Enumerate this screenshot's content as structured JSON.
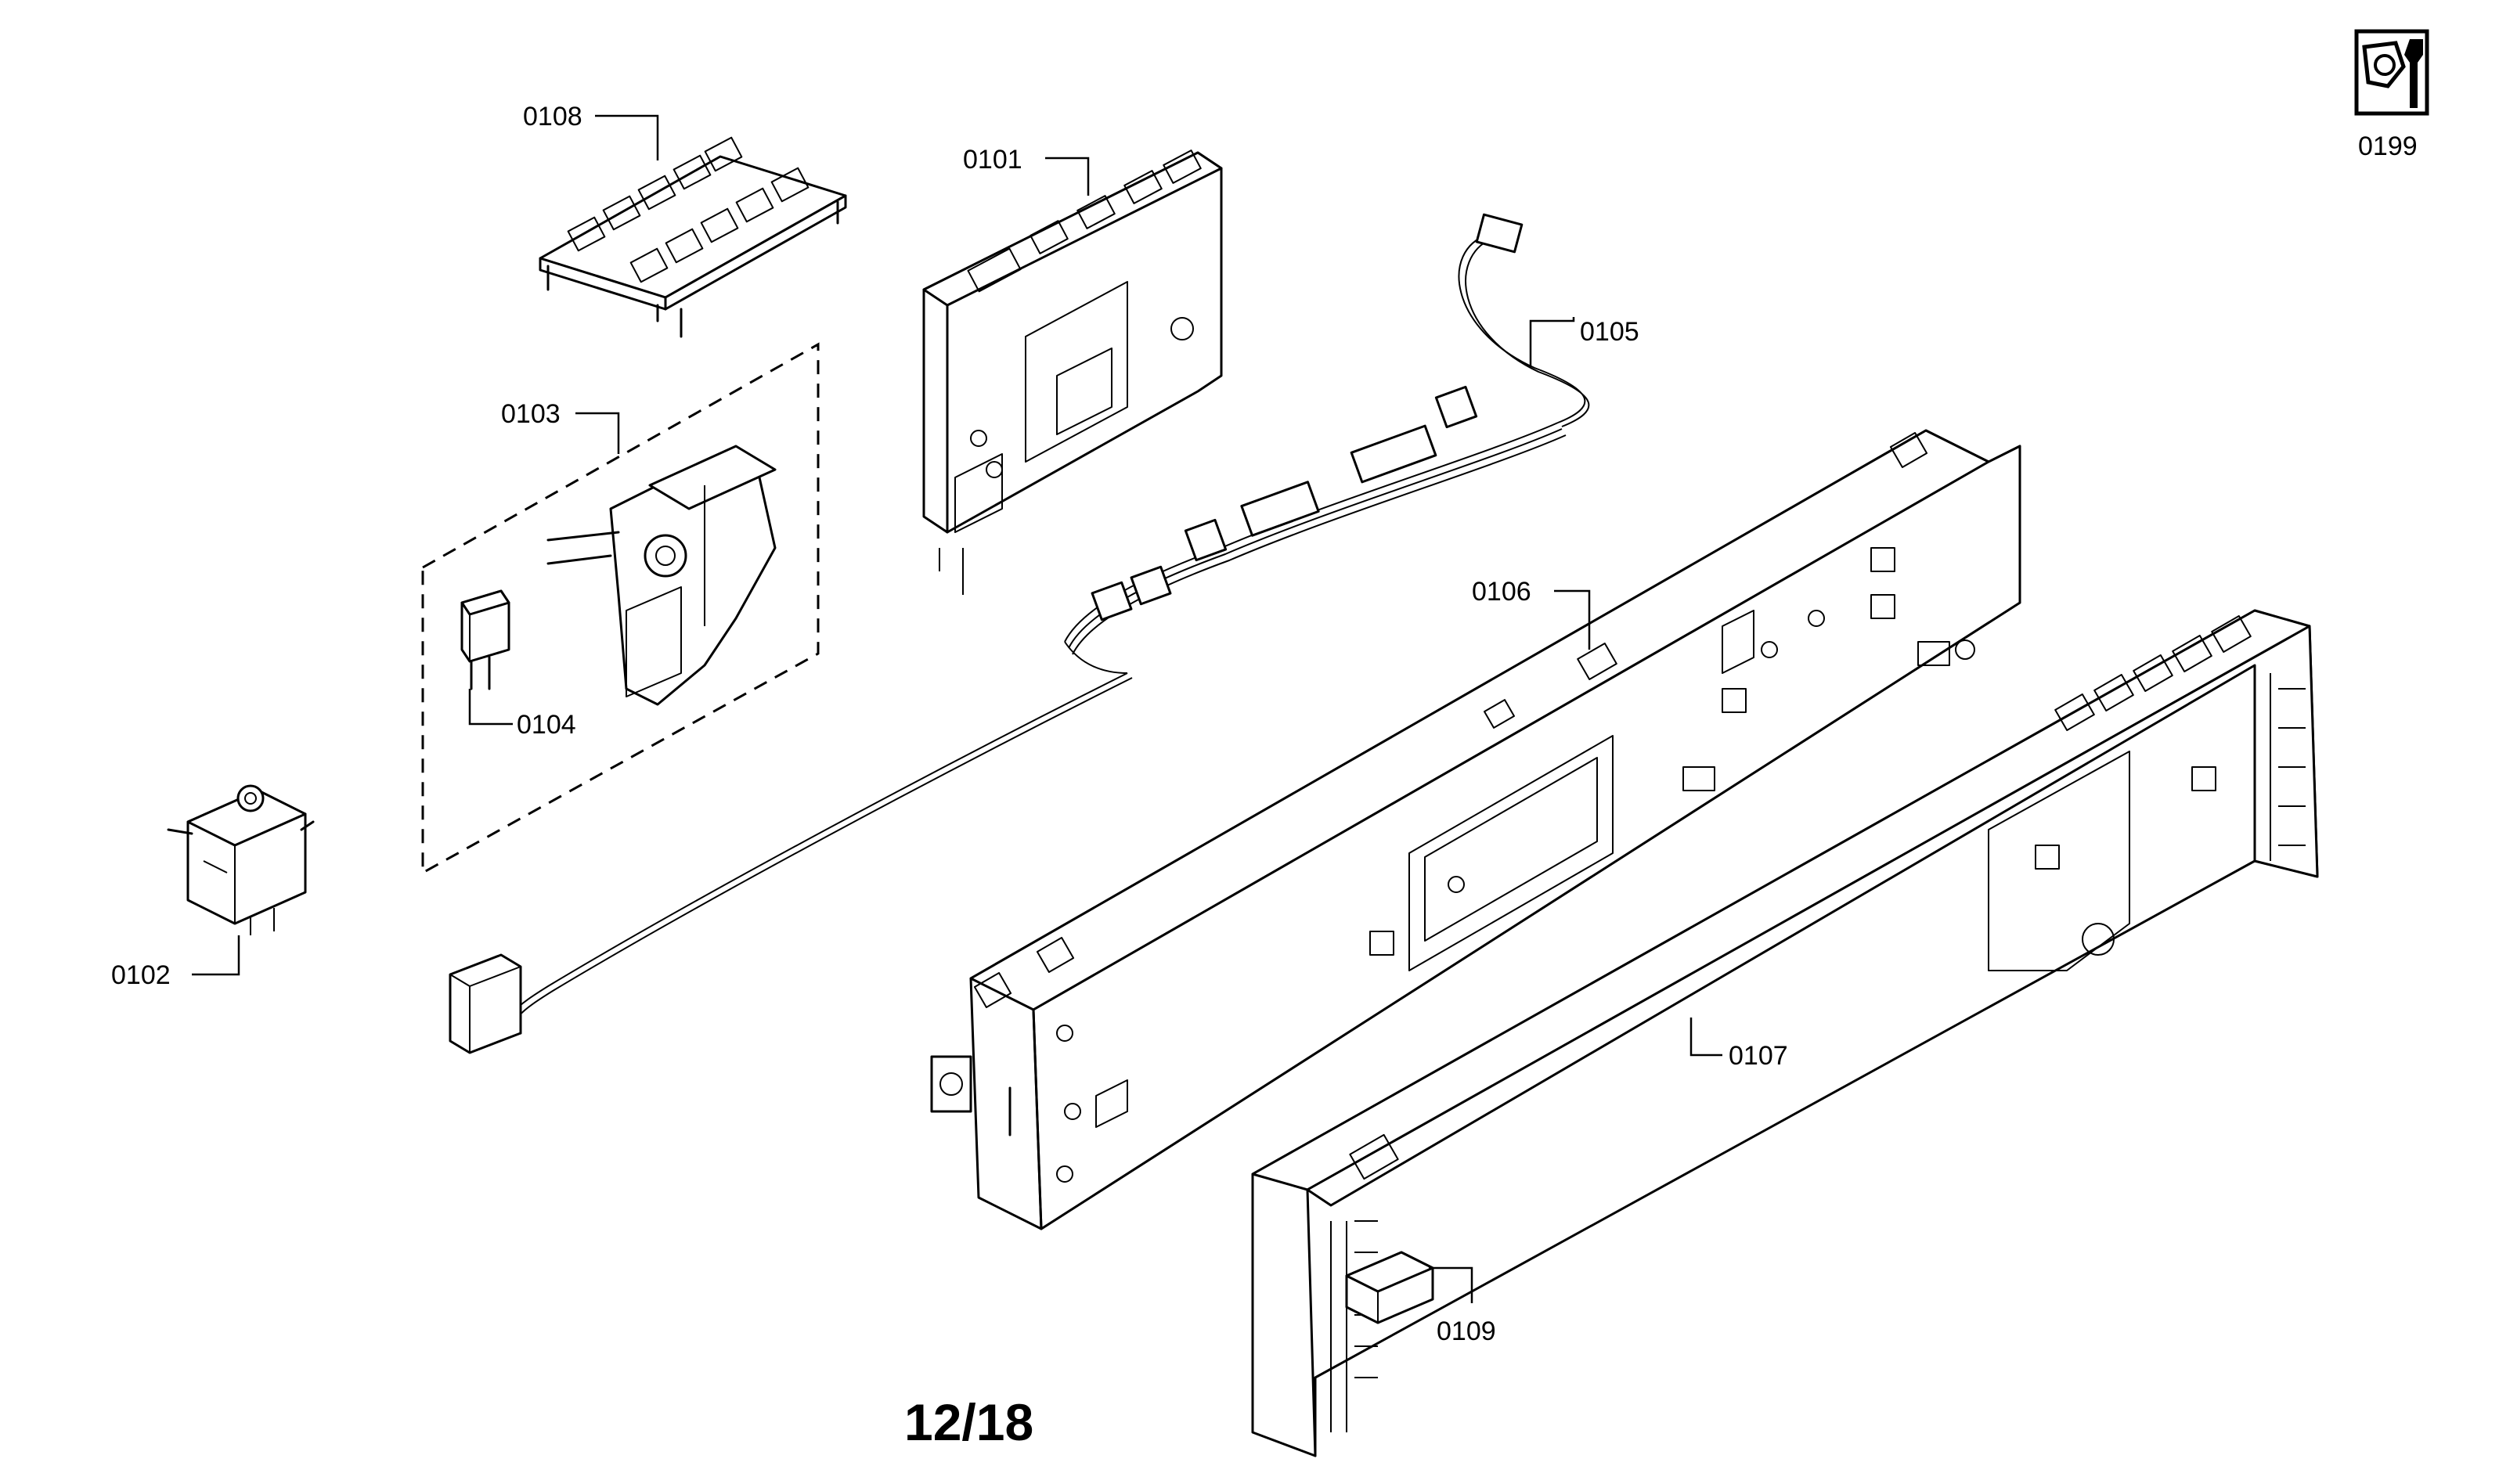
{
  "page_number": "12/18",
  "parts": [
    {
      "id": "p0101",
      "label": "0101"
    },
    {
      "id": "p0102",
      "label": "0102"
    },
    {
      "id": "p0103",
      "label": "0103"
    },
    {
      "id": "p0104",
      "label": "0104"
    },
    {
      "id": "p0105",
      "label": "0105"
    },
    {
      "id": "p0106",
      "label": "0106"
    },
    {
      "id": "p0107",
      "label": "0107"
    },
    {
      "id": "p0108",
      "label": "0108"
    },
    {
      "id": "p0109",
      "label": "0109"
    },
    {
      "id": "p0199",
      "label": "0199"
    }
  ],
  "icons": {
    "service": "service-tool-icon"
  }
}
